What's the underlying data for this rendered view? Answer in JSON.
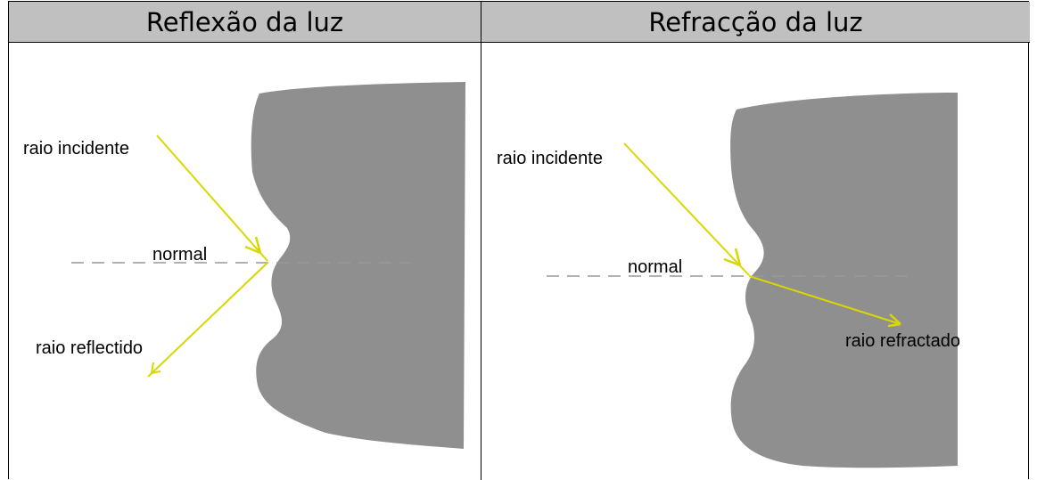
{
  "panels": [
    {
      "title": "Reflexão da luz",
      "labels": {
        "incident": "raio incidente",
        "normal": "normal",
        "reflected": "raio reflectido"
      }
    },
    {
      "title": "Refracção da luz",
      "labels": {
        "incident": "raio incidente",
        "normal": "normal",
        "refracted": "raio refractado"
      }
    }
  ],
  "colors": {
    "ray": "#d8d800",
    "surface": "#8f8f8f",
    "normal_line": "#999999",
    "header_bg": "#c0c0c0"
  }
}
